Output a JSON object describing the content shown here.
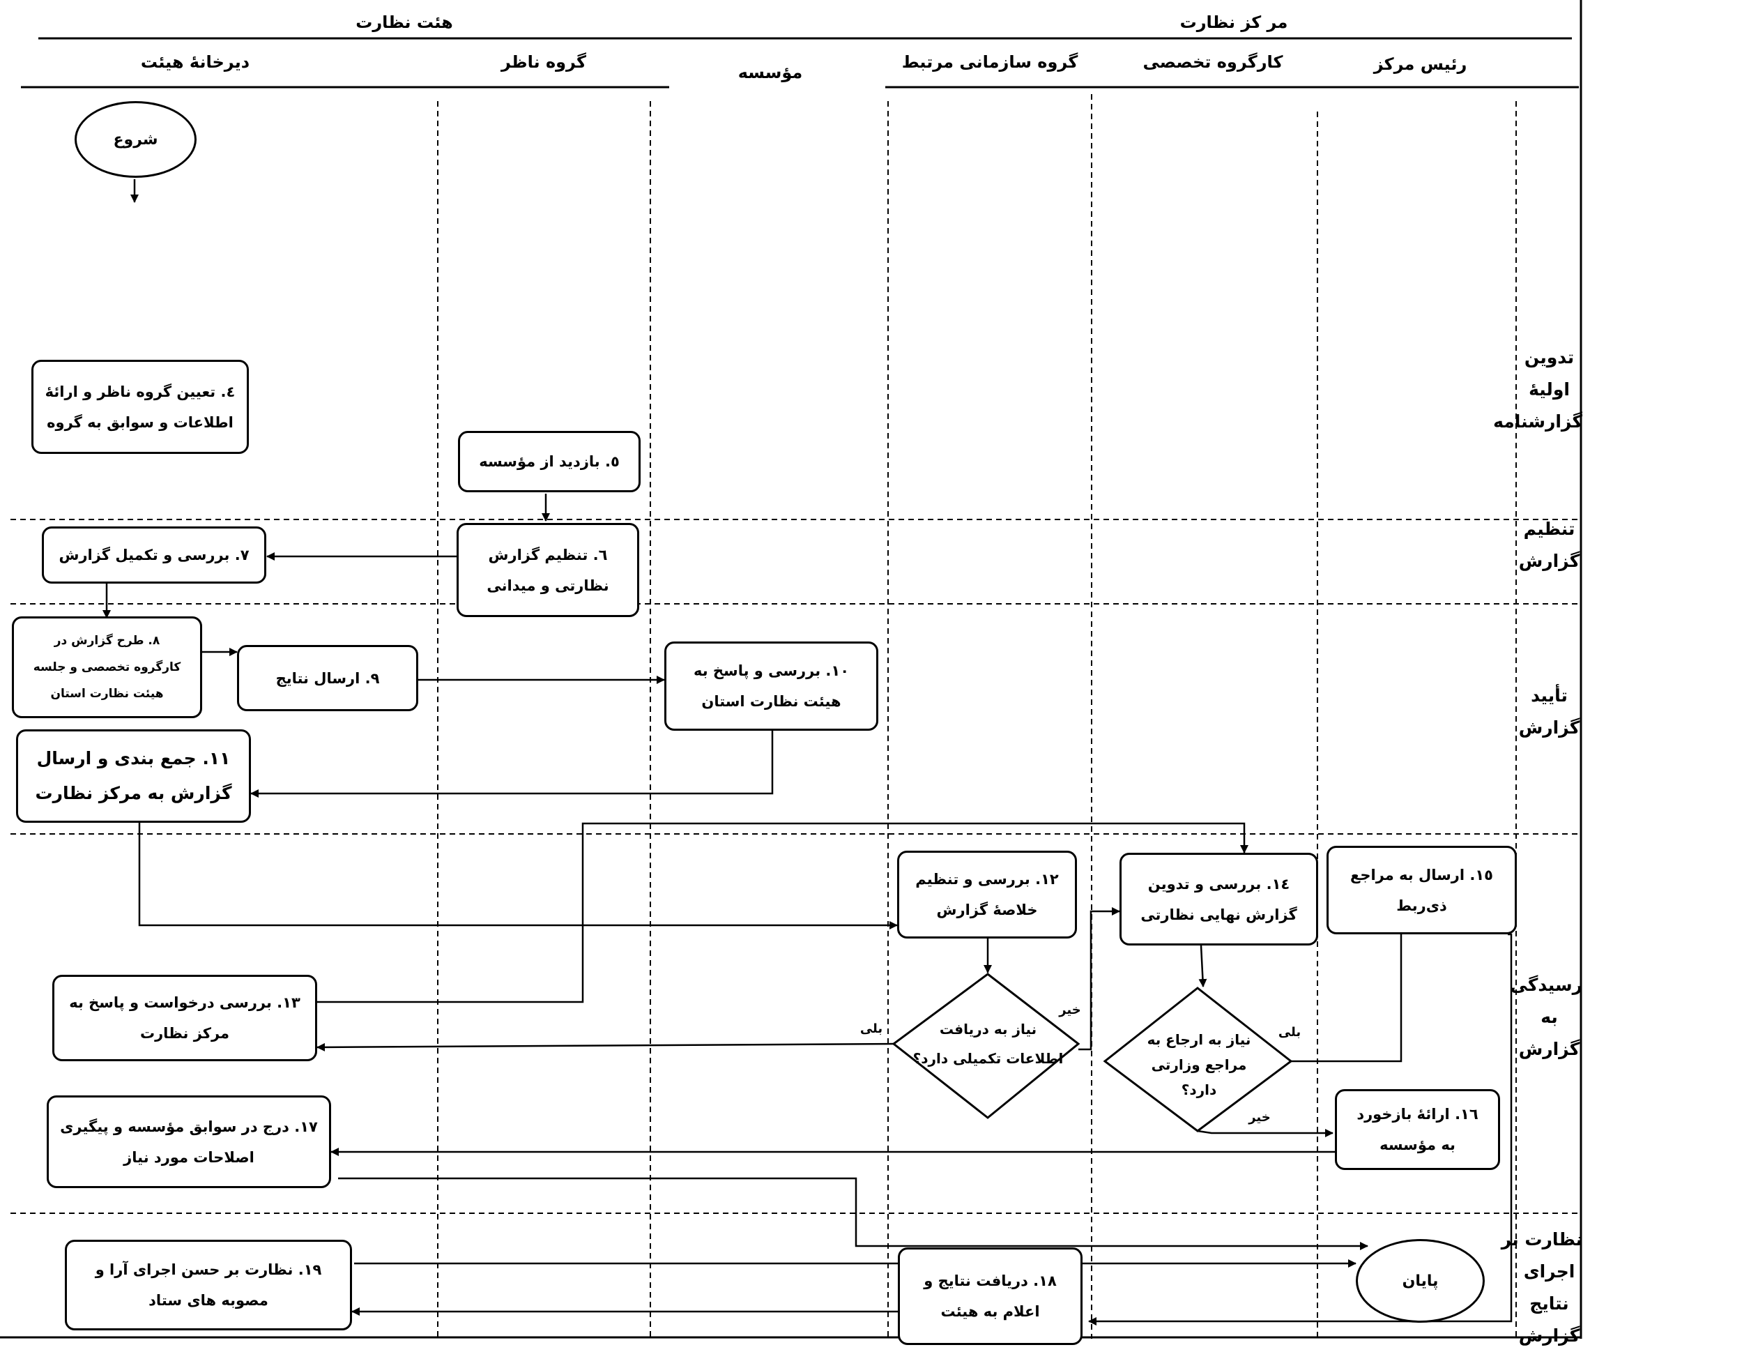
{
  "header": {
    "group_left": "هئت نظارت",
    "group_right": "مر کز نظارت",
    "columns": [
      "دیرخانهٔ هیئت",
      "گروه ناظر",
      "مؤسسه",
      "گروه سازمانی مرتبط",
      "کارگروه تخصصی",
      "رئیس مرکز"
    ]
  },
  "lanes": [
    {
      "lines": [
        "تدوین",
        "اولیهٔ",
        "گزارشنامه"
      ]
    },
    {
      "lines": [
        "تنظیم",
        "گزارش"
      ]
    },
    {
      "lines": [
        "تأیید",
        "گزارش"
      ]
    },
    {
      "lines": [
        "رسیدگی",
        "به",
        "گزارش"
      ]
    },
    {
      "lines": [
        "نظارت بر",
        "اجرای",
        "نتایج",
        "گزارش"
      ]
    }
  ],
  "nodes": {
    "start": "شروع",
    "end": "پایان",
    "step4": [
      "٤. تعیین گروه ناظر و ارائهٔ",
      "اطلاعات و سوابق به گروه"
    ],
    "step5": [
      "٥. بازدید از مؤسسه"
    ],
    "step6": [
      "٦. تنظیم گزارش",
      "نظارتی و میدانی"
    ],
    "step7": [
      "٧. بررسی و تکمیل گزارش"
    ],
    "step8": [
      "٨. طرح گزارش در",
      "کارگروه تخصصی و جلسه",
      "هیئت نظارت استان"
    ],
    "step9": [
      "٩. ارسال نتایج"
    ],
    "step10": [
      "١٠. بررسی و پاسخ به",
      "هیئت نظارت استان"
    ],
    "step11": [
      "١١. جمع بندی و ارسال",
      "گزارش به مرکز نظارت"
    ],
    "step12": [
      "١٢. بررسی و تنظیم",
      "خلاصهٔ گزارش"
    ],
    "step13": [
      "١٣. بررسی درخواست و پاسخ به",
      "مرکز نظارت"
    ],
    "step14": [
      "١٤. بررسی و تدوین",
      "گزارش نهایی نظارتی"
    ],
    "step15": [
      "١٥. ارسال به مراجع",
      "ذی‌ربط"
    ],
    "step16": [
      "١٦. ارائهٔ بازخورد",
      "به مؤسسه"
    ],
    "step17": [
      "١٧. درج در سوابق مؤسسه و پیگیری",
      "اصلاحات مورد نیاز"
    ],
    "step18": [
      "١٨. دریافت نتایج و",
      "اعلام به هیئت"
    ],
    "step19": [
      "١٩. نظارت بر حسن اجرای آرا و",
      "مصوبه های ستاد"
    ],
    "decision1": [
      "نیاز به دریافت",
      "اطلاعات تکمیلی دارد؟"
    ],
    "decision2": [
      "نیاز به ارجاع به",
      "مراجع وزارتی",
      "دارد؟"
    ]
  },
  "edge_labels": {
    "d1_yes": "بلی",
    "d1_no": "خیر",
    "d2_yes": "بلی",
    "d2_no": "خیر"
  }
}
